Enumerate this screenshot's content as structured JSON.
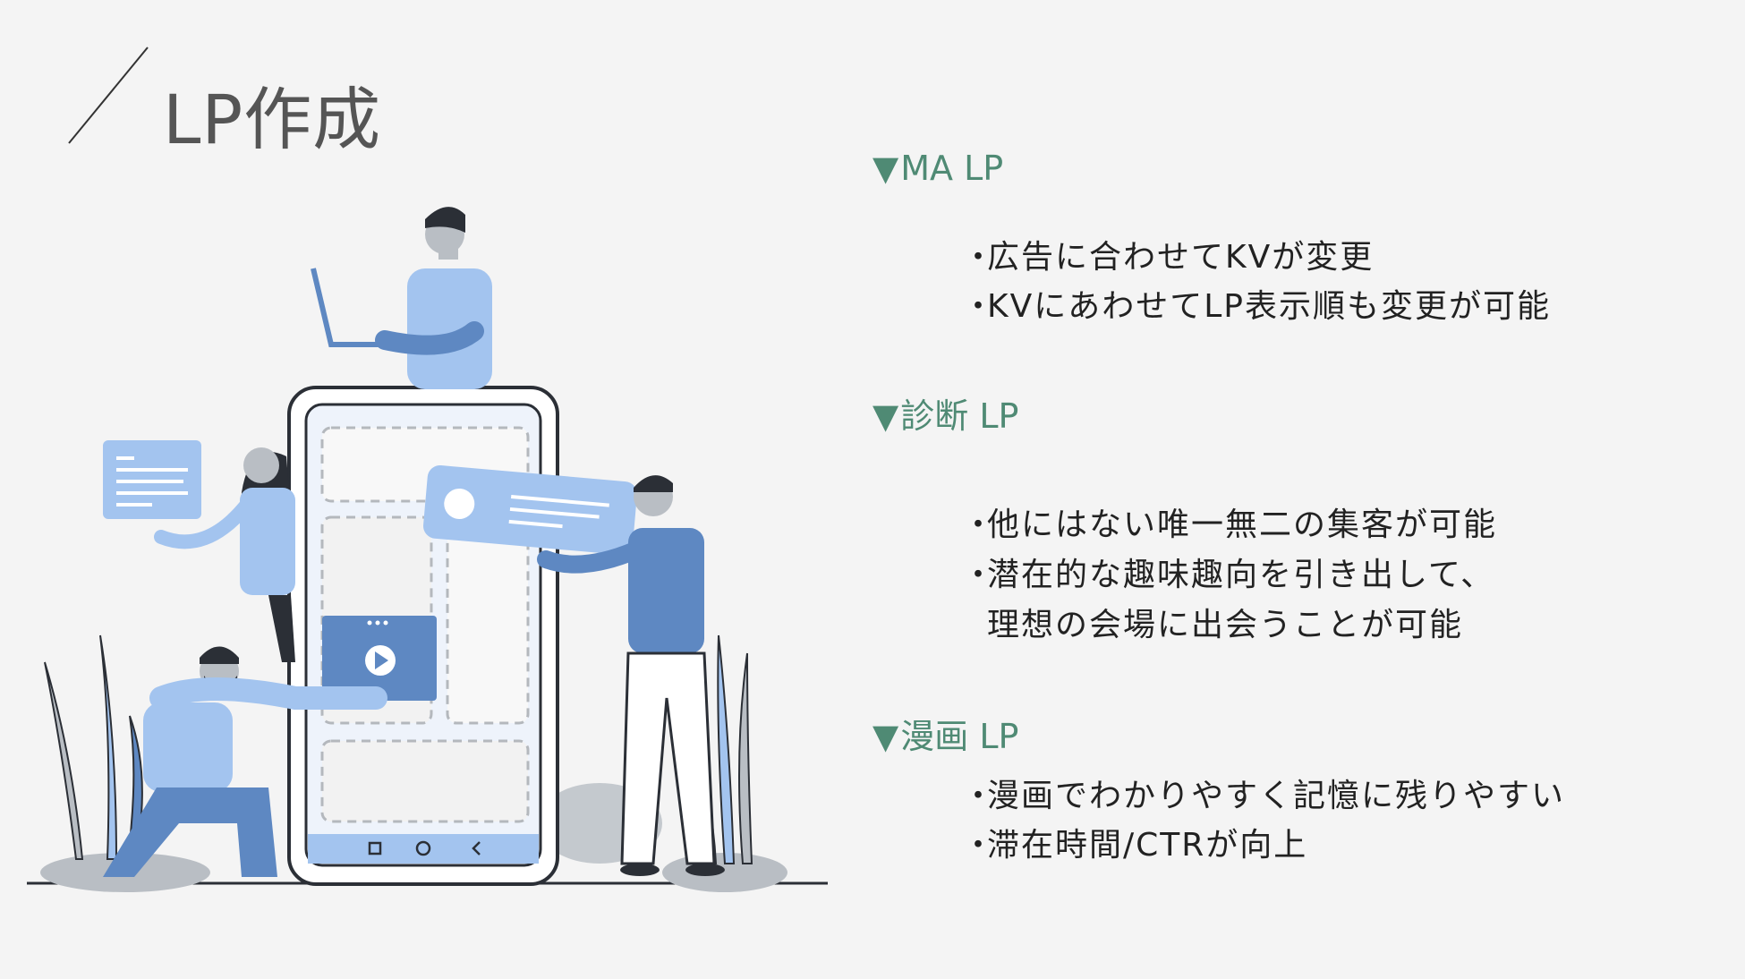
{
  "slide": {
    "title": "LP作成",
    "accent": "#4f8a74",
    "bullet_marker": "・",
    "heading_marker": "▼"
  },
  "sections": [
    {
      "heading": "MA LP",
      "bullets": [
        "広告に合わせてKVが変更",
        "KVにあわせてLP表示順も変更が可能"
      ]
    },
    {
      "heading": "診断 LP",
      "bullets": [
        "他にはない唯一無二の集客が可能",
        "潜在的な趣味趣向を引き出して、",
        "理想の会場に出会うことが可能"
      ]
    },
    {
      "heading": "漫画 LP",
      "bullets": [
        "漫画でわかりやすく記憶に残りやすい",
        "滞在時間/CTRが向上"
      ]
    }
  ],
  "illustration": {
    "subject": "people-building-mobile-app",
    "colors": {
      "light_blue": "#a3c4ef",
      "mid_blue": "#5e88c2",
      "grey": "#b9bec4",
      "dark": "#2b2f36"
    }
  }
}
